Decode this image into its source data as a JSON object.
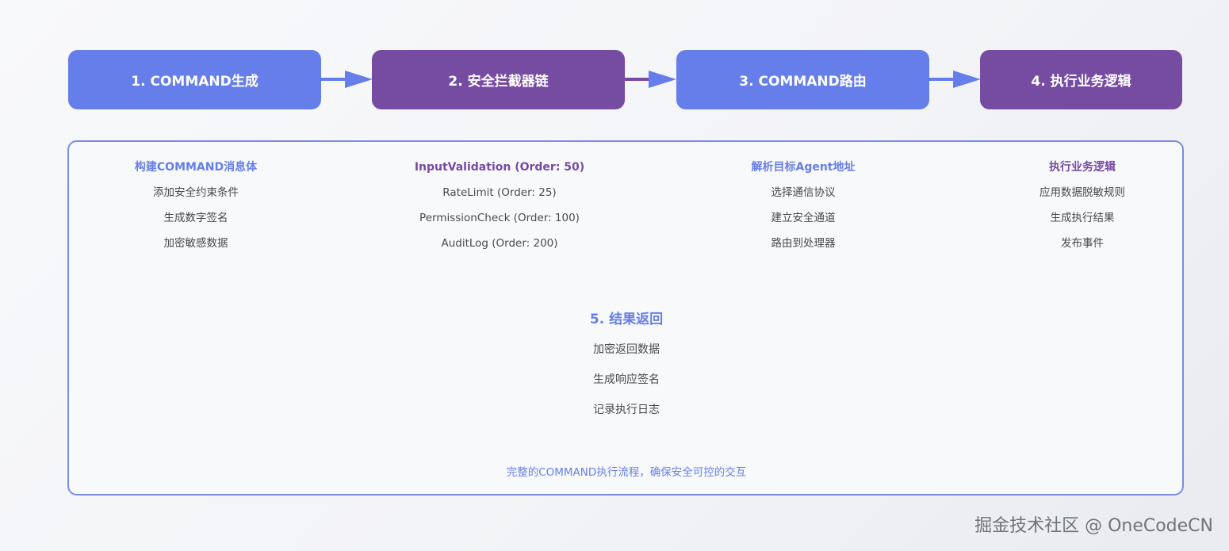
{
  "colors": {
    "blue": "#667eea",
    "purple": "#764ba2",
    "panel_border": "#7b8be6"
  },
  "steps": [
    {
      "label": "1. COMMAND生成",
      "color": "#667eea"
    },
    {
      "label": "2. 安全拦截器链",
      "color": "#764ba2"
    },
    {
      "label": "3. COMMAND路由",
      "color": "#667eea"
    },
    {
      "label": "4. 执行业务逻辑",
      "color": "#764ba2"
    }
  ],
  "details": [
    {
      "title": "构建COMMAND消息体",
      "items": [
        "添加安全约束条件",
        "生成数字签名",
        "加密敏感数据"
      ]
    },
    {
      "title": "InputValidation (Order: 50)",
      "items": [
        "RateLimit (Order: 25)",
        "PermissionCheck (Order: 100)",
        "AuditLog (Order: 200)"
      ]
    },
    {
      "title": "解析目标Agent地址",
      "items": [
        "选择通信协议",
        "建立安全通道",
        "路由到处理器"
      ]
    },
    {
      "title": "执行业务逻辑",
      "items": [
        "应用数据脱敏规则",
        "生成执行结果",
        "发布事件"
      ]
    }
  ],
  "result": {
    "title": "5. 结果返回",
    "items": [
      "加密返回数据",
      "生成响应签名",
      "记录执行日志"
    ]
  },
  "footer_note": "完整的COMMAND执行流程，确保安全可控的交互",
  "watermark": "掘金技术社区 @ OneCodeCN"
}
